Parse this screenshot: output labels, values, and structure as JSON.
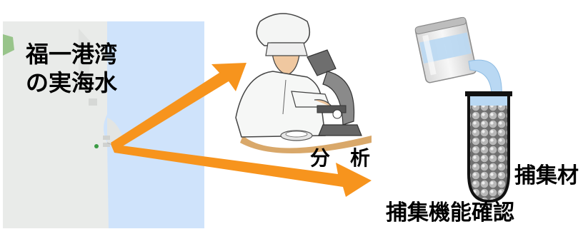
{
  "labels": {
    "seawater_line1": "福一港湾",
    "seawater_line2": "の実海水",
    "analysis": "分　析",
    "collector": "捕集材",
    "collection_check": "捕集機能確認"
  },
  "colors": {
    "arrow": "#f7941d",
    "sea": "#cfe3fb",
    "land": "#e9ebe9",
    "tube_liquid": "#b9d8f3",
    "marker": "#3a9b45"
  },
  "icons": {
    "map": "harbor-map-icon",
    "scientist": "scientist-microscope-icon",
    "beaker": "pouring-beaker-icon",
    "tube": "test-tube-beads-icon"
  }
}
